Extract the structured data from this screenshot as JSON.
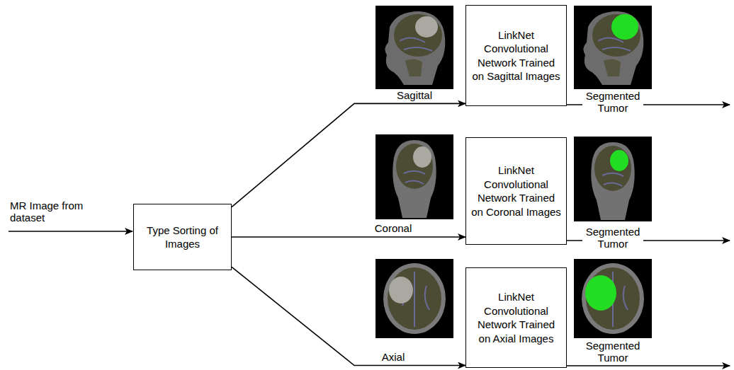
{
  "diagram": {
    "nodes": [
      {
        "text": [
          "Type Sorting of Images"
        ]
      },
      {
        "text": [
          "LinkNet Convolutional Network Trained on Sagittal Images"
        ]
      },
      {
        "text": [
          "LinkNet Convolutional Network Trained on Coronal Images"
        ]
      },
      {
        "text": [
          "LinkNet Convolutional Network Trained on Axial Images"
        ]
      }
    ],
    "edges": [
      {
        "from": 0,
        "to": 1,
        "arrow": "to",
        "label": "Sagittal"
      },
      {
        "from": 0,
        "to": 2,
        "arrow": "to",
        "label": "Coronal"
      },
      {
        "from": 0,
        "to": 3,
        "arrow": "to",
        "label": "Axial"
      }
    ],
    "labels": [
      "MR Image from dataset",
      "Segmented Tumor",
      "Segmented Tumor",
      "Segmented Tumor"
    ]
  }
}
